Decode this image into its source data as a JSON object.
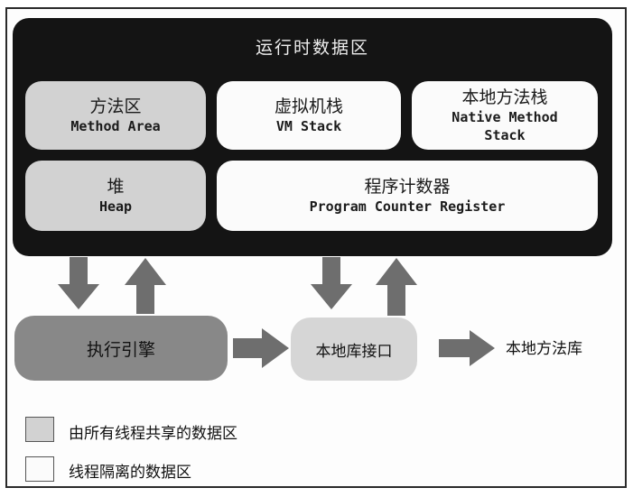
{
  "runtime_area": {
    "title": "运行时数据区"
  },
  "blocks": {
    "method_area": {
      "zh": "方法区",
      "en": "Method Area"
    },
    "vm_stack": {
      "zh": "虚拟机栈",
      "en": "VM Stack"
    },
    "native_method_stack": {
      "zh": "本地方法栈",
      "en_line1": "Native Method",
      "en_line2": "Stack"
    },
    "heap": {
      "zh": "堆",
      "en": "Heap"
    },
    "pc_register": {
      "zh": "程序计数器",
      "en": "Program Counter Register"
    }
  },
  "execution_engine": {
    "label": "执行引擎"
  },
  "native_interface": {
    "label": "本地库接口"
  },
  "native_library": {
    "label": "本地方法库"
  },
  "legend": {
    "shared": "由所有线程共享的数据区",
    "isolated": "线程隔离的数据区"
  },
  "colors": {
    "runtime_bg": "#141414",
    "shared_fill": "#d2d2d2",
    "isolated_fill": "#fbfbfb",
    "engine_fill": "#888888",
    "arrow_fill": "#6e6e6e"
  }
}
